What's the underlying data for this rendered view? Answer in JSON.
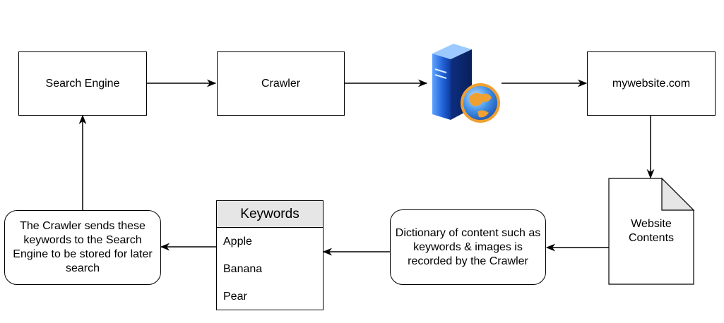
{
  "nodes": {
    "search_engine": "Search Engine",
    "crawler": "Crawler",
    "website": "mywebsite.com",
    "website_contents": "Website\nContents",
    "dictionary": "Dictionary of content such as keywords & images is recorded by the Crawler",
    "crawler_sends": "The Crawler sends these keywords to the Search Engine to be stored for later search"
  },
  "keywords": {
    "title": "Keywords",
    "items": [
      "Apple",
      "Banana",
      "Pear"
    ]
  },
  "icons": {
    "server": "web-server-globe-icon"
  },
  "colors": {
    "stroke": "#000000",
    "header_fill": "#e6e6e6",
    "server_blue": "#2f6fe0",
    "globe_orange": "#f0a030"
  }
}
